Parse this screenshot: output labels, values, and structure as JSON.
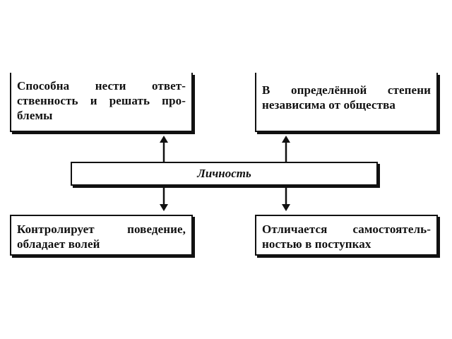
{
  "diagram": {
    "center": "Личность",
    "top_left": [
      "Способна нести ответ-",
      "ственность и решать про-",
      "блемы"
    ],
    "top_right": [
      "В определённой степени",
      "независима от общества"
    ],
    "bottom_left": [
      "Контролирует поведение,",
      "обладает волей"
    ],
    "bottom_right": [
      "Отличается самостоятель-",
      "ностью в поступках"
    ]
  }
}
